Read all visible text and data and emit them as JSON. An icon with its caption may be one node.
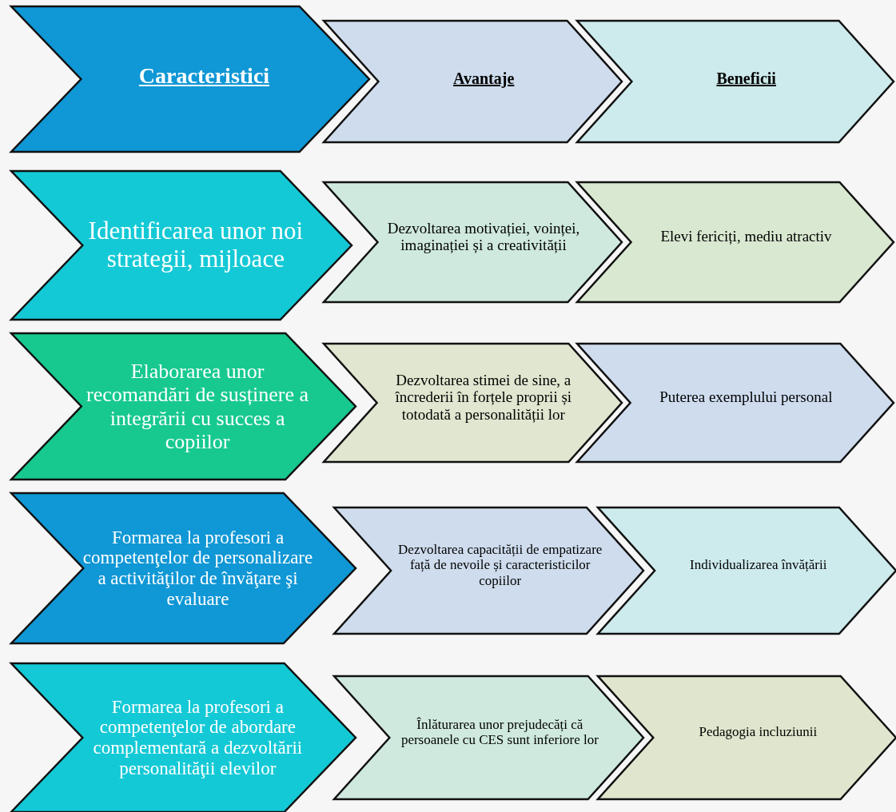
{
  "diagram": {
    "nodes": [
      {
        "text": [
          "Caracteristici"
        ]
      },
      {
        "text": [
          "Avantaje"
        ]
      },
      {
        "text": [
          "Beneficii"
        ]
      },
      {
        "text": [
          "Identificarea unor noi strategii, mijloace"
        ]
      },
      {
        "text": [
          "Dezvoltarea motivației, voinței, imaginației și a creativității"
        ]
      },
      {
        "text": [
          "Elevi fericiți, mediu atractiv"
        ]
      },
      {
        "text": [
          "Elaborarea unor recomandări de susținere a integrării cu succes a copiilor"
        ]
      },
      {
        "text": [
          "Dezvoltarea stimei de sine, a încrederii în forțele proprii și totodată a personalității lor"
        ]
      },
      {
        "text": [
          "Puterea exemplului personal"
        ]
      },
      {
        "text": [
          "Formarea la profesori a competenţelor de personalizare a activităţilor de învăţare şi evaluare"
        ]
      },
      {
        "text": [
          "Dezvoltarea capacității de empatizare față de nevoile și caracteristicilor copiilor"
        ]
      },
      {
        "text": [
          "Individualizarea învățării"
        ]
      },
      {
        "text": [
          "Formarea la profesori a competenţelor de abordare complementară a dezvoltării personalităţii elevilor"
        ]
      },
      {
        "text": [
          "Înlăturarea unor prejudecăți că persoanele cu CES sunt inferiore lor"
        ]
      },
      {
        "text": [
          "Pedagogia incluziunii"
        ]
      }
    ]
  }
}
